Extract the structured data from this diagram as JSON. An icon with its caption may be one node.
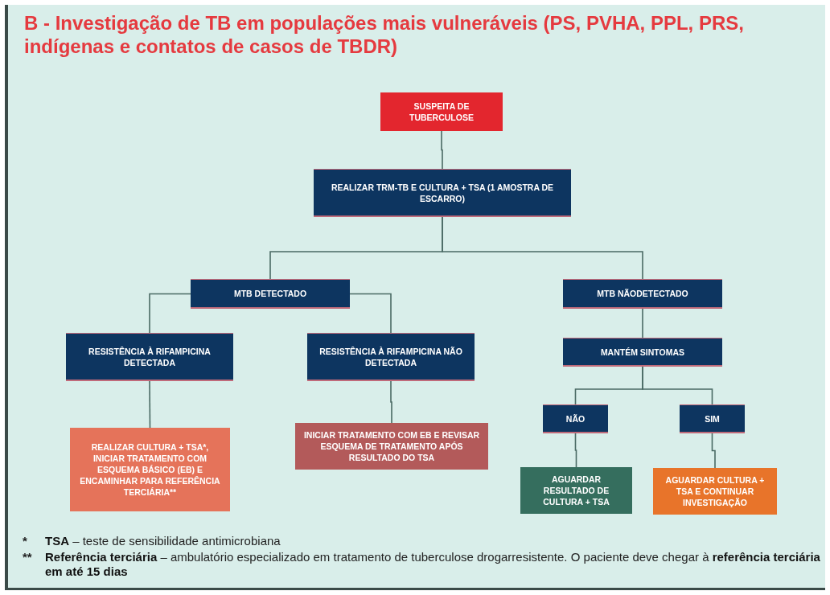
{
  "diagram": {
    "title": "B - Investigação de TB em populações mais vulneráveis (PS, PVHA, PPL, PRS, indígenas e contatos de casos de TBDR)",
    "nodes": [
      {
        "text": [
          "SUSPEITA DE TUBERCULOSE"
        ]
      },
      {
        "text": [
          "REALIZAR TRM-TB E CULTURA + TSA (1 AMOSTRA DE ESCARRO)"
        ]
      },
      {
        "text": [
          "MTB DETECTADO"
        ]
      },
      {
        "text": [
          "MTB NÃODETECTADO"
        ]
      },
      {
        "text": [
          "RESISTÊNCIA À RIFAMPICINA DETECTADA"
        ]
      },
      {
        "text": [
          "RESISTÊNCIA À RIFAMPICINA NÃO DETECTADA"
        ]
      },
      {
        "text": [
          "MANTÉM SINTOMAS"
        ]
      },
      {
        "text": [
          "REALIZAR CULTURA + TSA*, INICIAR TRATAMENTO COM ESQUEMA BÁSICO (EB) E ENCAMINHAR PARA REFERÊNCIA TERCIÁRIA**"
        ]
      },
      {
        "text": [
          "INICIAR TRATAMENTO COM EB E REVISAR ESQUEMA DE TRATAMENTO APÓS RESULTADO DO TSA"
        ]
      },
      {
        "text": [
          "NÃO"
        ]
      },
      {
        "text": [
          "SIM"
        ]
      },
      {
        "text": [
          "AGUARDAR RESULTADO DE CULTURA + TSA"
        ]
      },
      {
        "text": [
          "AGUARDAR CULTURA + TSA E CONTINUAR INVESTIGAÇÃO"
        ]
      }
    ],
    "edges": [
      {
        "from": 0,
        "to": 1,
        "arrow": "none"
      },
      {
        "from": 1,
        "to": 2,
        "arrow": "none"
      },
      {
        "from": 1,
        "to": 3,
        "arrow": "none"
      },
      {
        "from": 2,
        "to": 4,
        "arrow": "none"
      },
      {
        "from": 2,
        "to": 5,
        "arrow": "none"
      },
      {
        "from": 3,
        "to": 6,
        "arrow": "none"
      },
      {
        "from": 4,
        "to": 7,
        "arrow": "none"
      },
      {
        "from": 5,
        "to": 8,
        "arrow": "none"
      },
      {
        "from": 6,
        "to": 9,
        "arrow": "none"
      },
      {
        "from": 6,
        "to": 10,
        "arrow": "none"
      },
      {
        "from": 9,
        "to": 11,
        "arrow": "none"
      },
      {
        "from": 10,
        "to": 12,
        "arrow": "none"
      }
    ],
    "labels": [
      "*",
      "**TSA** – teste de sensibilidade antimicrobiana",
      "**",
      "**Referência terciária** – ambulatório especializado em tratamento de tuberculose drogarresistente. O paciente deve chegar à **referência terciária em até 15 dias**"
    ]
  }
}
